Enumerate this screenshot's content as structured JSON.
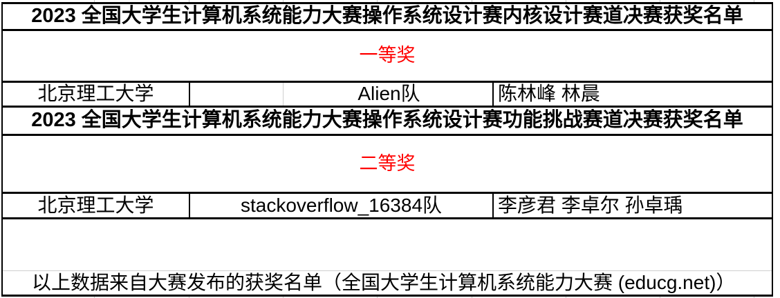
{
  "table": {
    "section_kernel": {
      "title": "2023 全国大学生计算机系统能力大赛操作系统设计赛内核设计赛道决赛获奖名单",
      "award_level": "一等奖",
      "winner": {
        "school": "北京理工大学",
        "team": "Alien队",
        "members": "陈林峰 林晨"
      }
    },
    "section_challenge": {
      "title": "2023 全国大学生计算机系统能力大赛操作系统设计赛功能挑战赛道决赛获奖名单",
      "award_level": "二等奖",
      "winner": {
        "school": "北京理工大学",
        "team": "stackoverflow_16384队",
        "members": "李彦君 李卓尔 孙卓瑀"
      }
    },
    "footnote": "以上数据来自大赛发布的获奖名单（全国大学生计算机系统能力大赛 (educg.net)）"
  },
  "colors": {
    "award_text": "#ff0000",
    "border": "#000000",
    "gridline": "#c9c9c9"
  }
}
